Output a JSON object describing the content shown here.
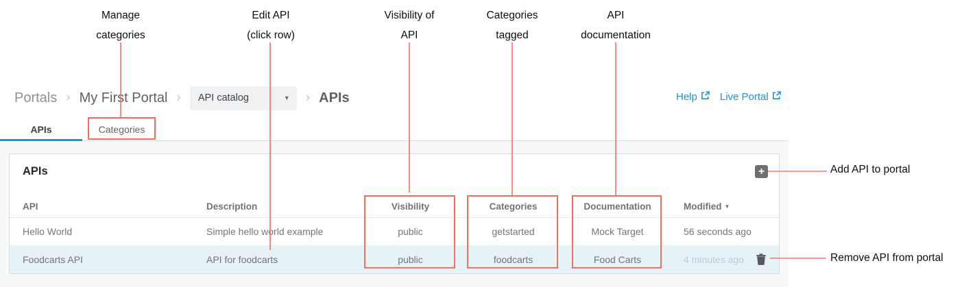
{
  "annotations": {
    "accent_color": "#f46e5e",
    "top": [
      {
        "line1": "Manage",
        "line2": "categories"
      },
      {
        "line1": "Edit API",
        "line2": "(click row)"
      },
      {
        "line1": "Visibility of",
        "line2": "API"
      },
      {
        "line1": "Categories",
        "line2": "tagged"
      },
      {
        "line1": "API",
        "line2": "documentation"
      }
    ],
    "right": {
      "add_label": "Add API to portal",
      "remove_label": "Remove API from portal"
    }
  },
  "breadcrumb": {
    "portals": "Portals",
    "separator": "›",
    "portal_name": "My First Portal",
    "dropdown_value": "API catalog",
    "dropdown_caret": "▾",
    "current": "APIs"
  },
  "links": {
    "help": "Help",
    "live_portal": "Live Portal",
    "link_color": "#1c94d2"
  },
  "tabs": {
    "apis": "APIs",
    "categories": "Categories",
    "active_tab": "APIs",
    "active_underline_color": "#0c9bd7"
  },
  "panel": {
    "title": "APIs",
    "add_button_glyph": "+",
    "sort_caret": "▼",
    "columns": [
      "API",
      "Description",
      "Visibility",
      "Categories",
      "Documentation",
      "Modified"
    ],
    "sorted_by": "Modified",
    "rows": [
      {
        "api": "Hello World",
        "description": "Simple hello world example",
        "visibility": "public",
        "categories": "getstarted",
        "documentation": "Mock Target",
        "modified": "56 seconds ago"
      },
      {
        "api": "Foodcarts API",
        "description": "API for foodcarts",
        "visibility": "public",
        "categories": "foodcarts",
        "documentation": "Food Carts",
        "modified": "4 minutes ago"
      }
    ],
    "row_highlight_color": "#e7f1f8"
  }
}
